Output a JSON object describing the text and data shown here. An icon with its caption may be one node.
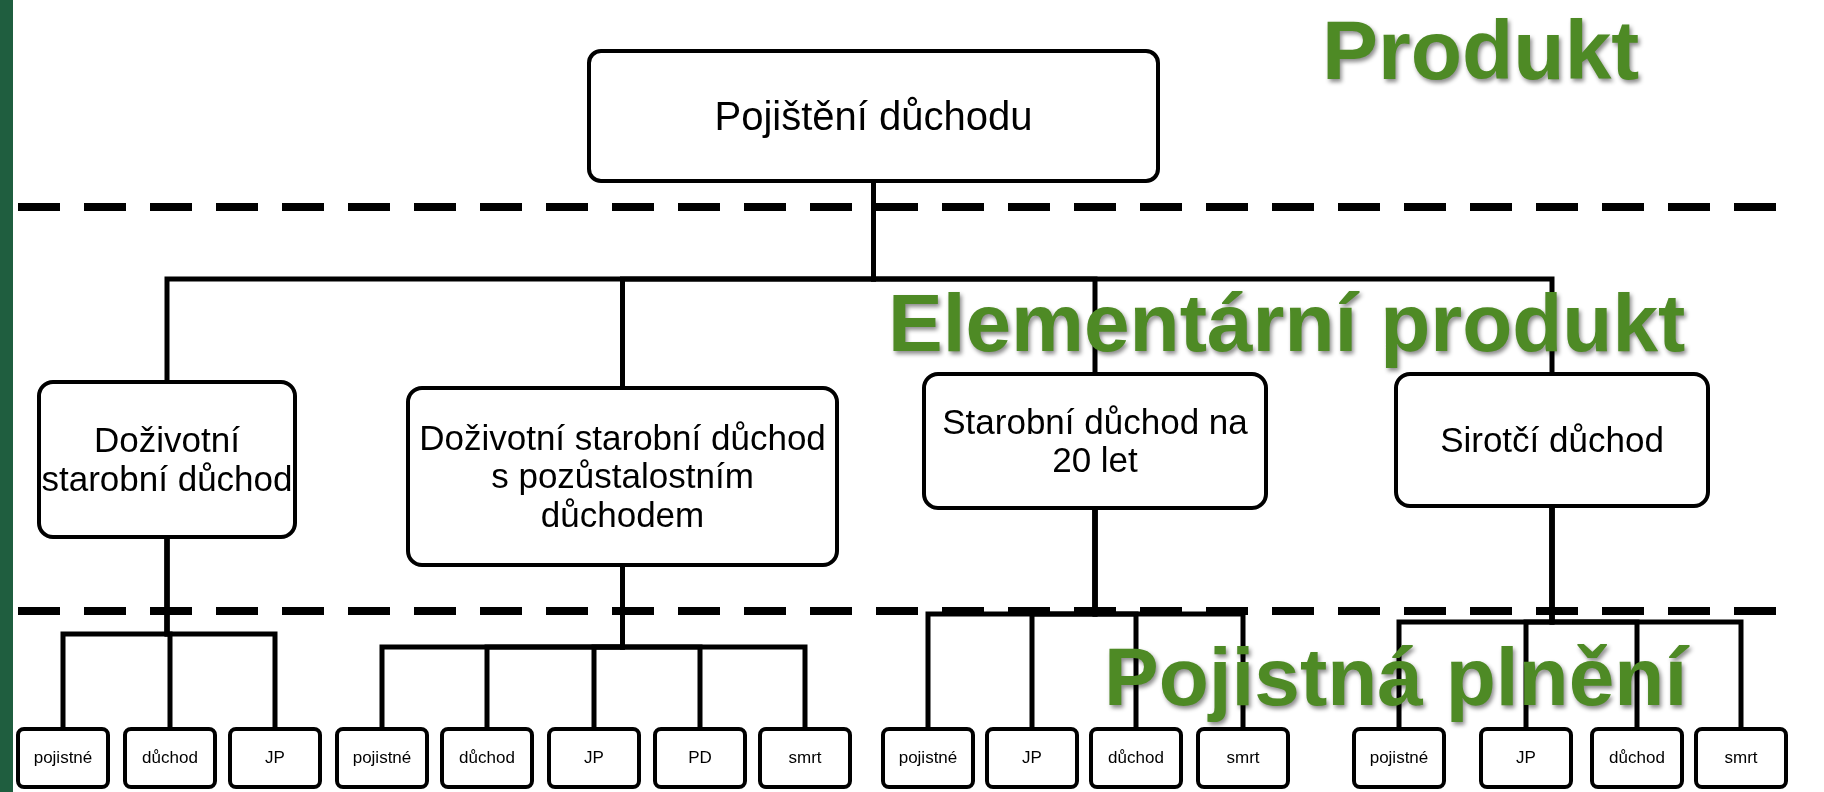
{
  "diagram": {
    "nodes": [
      {
        "text": [
          "Pojištění důchodu"
        ]
      },
      {
        "text": [
          "Doživotní starobní důchod"
        ]
      },
      {
        "text": [
          "Doživotní starobní důchod s pozůstalostním důchodem"
        ]
      },
      {
        "text": [
          "Starobní důchod na 20 let"
        ]
      },
      {
        "text": [
          "Sirotčí důchod"
        ]
      },
      {
        "text": [
          "pojistné"
        ]
      },
      {
        "text": [
          "důchod"
        ]
      },
      {
        "text": [
          "JP"
        ]
      },
      {
        "text": [
          "pojistné"
        ]
      },
      {
        "text": [
          "důchod"
        ]
      },
      {
        "text": [
          "JP"
        ]
      },
      {
        "text": [
          "PD"
        ]
      },
      {
        "text": [
          "smrt"
        ]
      },
      {
        "text": [
          "pojistné"
        ]
      },
      {
        "text": [
          "JP"
        ]
      },
      {
        "text": [
          "důchod"
        ]
      },
      {
        "text": [
          "smrt"
        ]
      },
      {
        "text": [
          "pojistné"
        ]
      },
      {
        "text": [
          "JP"
        ]
      },
      {
        "text": [
          "důchod"
        ]
      },
      {
        "text": [
          "smrt"
        ]
      }
    ],
    "edges": [
      {
        "from": 0,
        "to": 1,
        "arrow": "none"
      },
      {
        "from": 0,
        "to": 2,
        "arrow": "none"
      },
      {
        "from": 0,
        "to": 3,
        "arrow": "none"
      },
      {
        "from": 0,
        "to": 4,
        "arrow": "none"
      },
      {
        "from": 1,
        "to": 5,
        "arrow": "none"
      },
      {
        "from": 1,
        "to": 6,
        "arrow": "none"
      },
      {
        "from": 1,
        "to": 7,
        "arrow": "none"
      },
      {
        "from": 2,
        "to": 8,
        "arrow": "none"
      },
      {
        "from": 2,
        "to": 9,
        "arrow": "none"
      },
      {
        "from": 2,
        "to": 10,
        "arrow": "none"
      },
      {
        "from": 2,
        "to": 11,
        "arrow": "none"
      },
      {
        "from": 2,
        "to": 12,
        "arrow": "none"
      },
      {
        "from": 3,
        "to": 13,
        "arrow": "none"
      },
      {
        "from": 3,
        "to": 14,
        "arrow": "none"
      },
      {
        "from": 3,
        "to": 15,
        "arrow": "none"
      },
      {
        "from": 3,
        "to": 16,
        "arrow": "none"
      },
      {
        "from": 4,
        "to": 17,
        "arrow": "none"
      },
      {
        "from": 4,
        "to": 18,
        "arrow": "none"
      },
      {
        "from": 4,
        "to": 19,
        "arrow": "none"
      },
      {
        "from": 4,
        "to": 20,
        "arrow": "none"
      }
    ],
    "labels": [
      "Produkt",
      "Elementární produkt",
      "Pojistná plnění"
    ]
  }
}
